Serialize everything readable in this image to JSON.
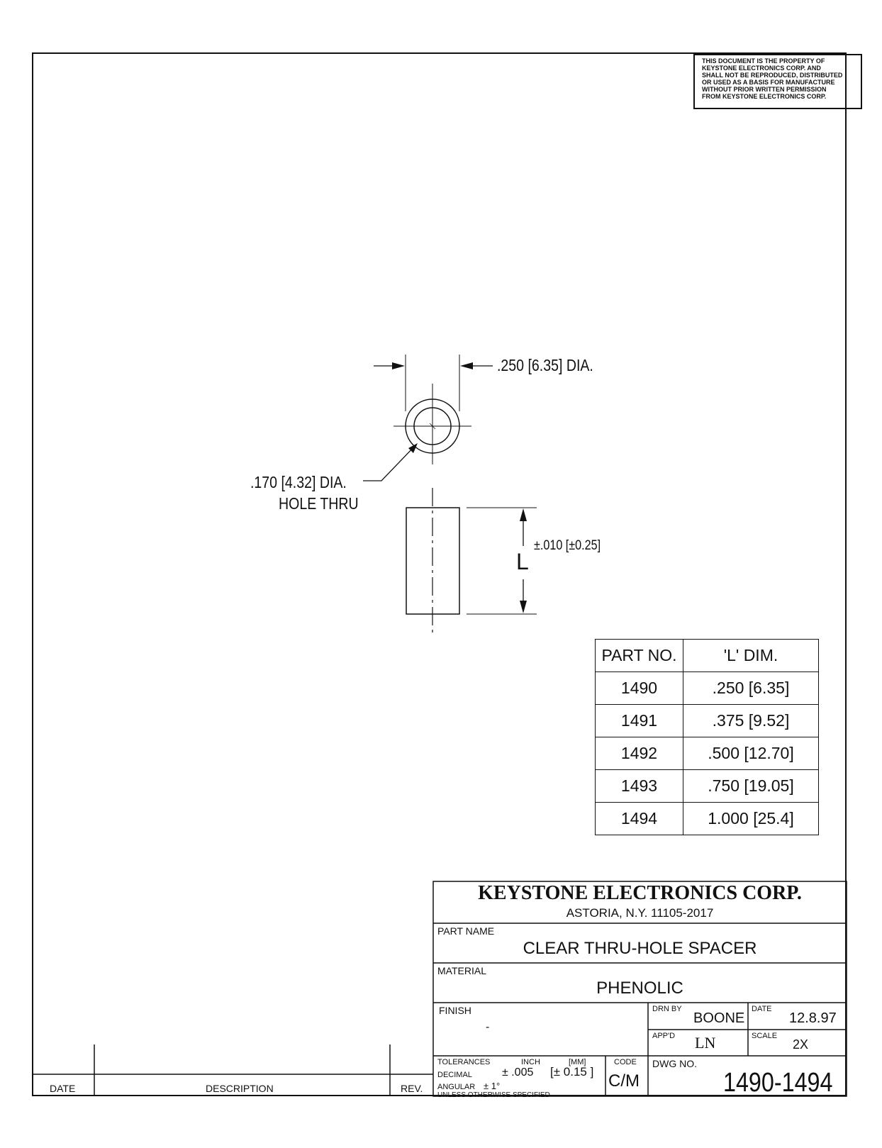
{
  "notice_lines": [
    "THIS DOCUMENT IS THE PROPERTY OF",
    "KEYSTONE ELECTRONICS CORP. AND",
    "SHALL NOT BE REPRODUCED, DISTRIBUTED",
    "OR USED AS A BASIS FOR MANUFACTURE",
    "WITHOUT PRIOR WRITTEN PERMISSION",
    "FROM KEYSTONE ELECTRONICS CORP."
  ],
  "drawing": {
    "outer_dia": ".250 [6.35] DIA.",
    "hole_dia": ".170 [4.32] DIA.",
    "hole_note": "HOLE THRU",
    "length_symbol": "L",
    "length_tol": "±.010 [±0.25]"
  },
  "parts_table": {
    "headers": [
      "PART NO.",
      "'L' DIM."
    ],
    "rows": [
      [
        "1490",
        ".250 [6.35]"
      ],
      [
        "1491",
        ".375 [9.52]"
      ],
      [
        "1492",
        ".500 [12.70]"
      ],
      [
        "1493",
        ".750 [19.05]"
      ],
      [
        "1494",
        "1.000 [25.4]"
      ]
    ]
  },
  "title_block": {
    "company": "KEYSTONE ELECTRONICS CORP.",
    "address": "ASTORIA, N.Y. 11105-2017",
    "part_name_label": "PART NAME",
    "part_name": "CLEAR THRU-HOLE SPACER",
    "material_label": "MATERIAL",
    "material": "PHENOLIC",
    "finish_label": "FINISH",
    "finish": "-",
    "drn_by_label": "DRN BY",
    "drn_by": "BOONE",
    "date_label": "DATE",
    "date": "12.8.97",
    "appd_label": "APP'D",
    "appd": "LN",
    "scale_label": "SCALE",
    "scale": "2X",
    "tolerances_label": "TOLERANCES",
    "inch_label": "INCH",
    "mm_label": "[MM]",
    "decimal_label": "DECIMAL",
    "decimal_inch": "± .005",
    "decimal_mm": "[± 0.15 ]",
    "angular_label": "ANGULAR",
    "angular_value": "± 1°",
    "unless_label": "UNLESS OTHERWISE SPECIFIED",
    "code_label": "CODE",
    "code": "C/M",
    "dwg_no_label": "DWG NO.",
    "dwg_no": "1490-1494"
  },
  "revision_block": {
    "date_label": "DATE",
    "description_label": "DESCRIPTION",
    "rev_label": "REV."
  }
}
